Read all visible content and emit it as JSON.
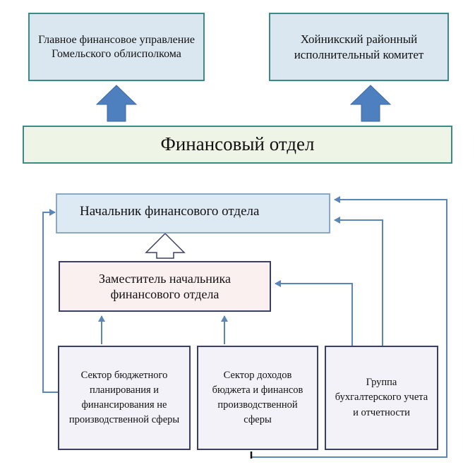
{
  "boxes": {
    "main_finance_department": "Главное финансовое управление Гомельского облисполкома",
    "district_executive_committee": "Хойникский районный исполнительный комитет",
    "finance_department": "Финансовый отдел",
    "head_of_department": "Начальник финансового отдела",
    "deputy_head": "Заместитель начальника финансового отдела",
    "sector_budget_planning": "Сектор бюджетного планирования и финансирования не производственной сферы",
    "sector_revenue": "Сектор доходов бюджета и финансов производственной сферы",
    "accounting_group": "Группа бухгалтерского учета и отчетности"
  },
  "colors": {
    "upper_border": "#3c8a86",
    "upper_fill": "#dbe7f0",
    "finance_fill": "#eef5e6",
    "head_fill": "#dde9f3",
    "deputy_fill": "#fbf0f0",
    "sector_fill": "#f2f2f8",
    "sector_border": "#3b3f63",
    "arrow_blue": "#4e7fbf",
    "connector_blue": "#5a86b8"
  }
}
